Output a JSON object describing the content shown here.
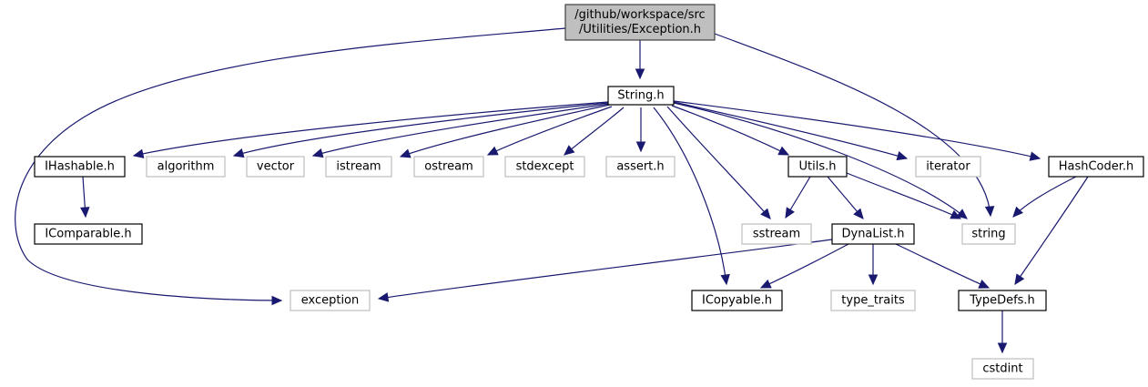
{
  "graph": {
    "title": "Include dependency graph for Exception.h",
    "edge_color": "#191970",
    "nodes": [
      {
        "id": "root",
        "lines": [
          "/github/workspace/src",
          "/Utilities/Exception.h"
        ],
        "kind": "root"
      },
      {
        "id": "String",
        "lines": [
          "String.h"
        ],
        "kind": "doc"
      },
      {
        "id": "IHashable",
        "lines": [
          "IHashable.h"
        ],
        "kind": "doc"
      },
      {
        "id": "algorithm",
        "lines": [
          "algorithm"
        ],
        "kind": "ext"
      },
      {
        "id": "vector",
        "lines": [
          "vector"
        ],
        "kind": "ext"
      },
      {
        "id": "istream",
        "lines": [
          "istream"
        ],
        "kind": "ext"
      },
      {
        "id": "ostream",
        "lines": [
          "ostream"
        ],
        "kind": "ext"
      },
      {
        "id": "stdexcept",
        "lines": [
          "stdexcept"
        ],
        "kind": "ext"
      },
      {
        "id": "assert",
        "lines": [
          "assert.h"
        ],
        "kind": "ext"
      },
      {
        "id": "Utils",
        "lines": [
          "Utils.h"
        ],
        "kind": "doc"
      },
      {
        "id": "iterator",
        "lines": [
          "iterator"
        ],
        "kind": "ext"
      },
      {
        "id": "HashCoder",
        "lines": [
          "HashCoder.h"
        ],
        "kind": "doc"
      },
      {
        "id": "IComparable",
        "lines": [
          "IComparable.h"
        ],
        "kind": "doc"
      },
      {
        "id": "sstream",
        "lines": [
          "sstream"
        ],
        "kind": "ext"
      },
      {
        "id": "DynaList",
        "lines": [
          "DynaList.h"
        ],
        "kind": "doc"
      },
      {
        "id": "string",
        "lines": [
          "string"
        ],
        "kind": "ext"
      },
      {
        "id": "exception",
        "lines": [
          "exception"
        ],
        "kind": "ext"
      },
      {
        "id": "ICopyable",
        "lines": [
          "ICopyable.h"
        ],
        "kind": "doc"
      },
      {
        "id": "type_traits",
        "lines": [
          "type_traits"
        ],
        "kind": "ext"
      },
      {
        "id": "TypeDefs",
        "lines": [
          "TypeDefs.h"
        ],
        "kind": "doc"
      },
      {
        "id": "cstdint",
        "lines": [
          "cstdint"
        ],
        "kind": "ext"
      }
    ],
    "edges": [
      {
        "from": "root",
        "to": "String"
      },
      {
        "from": "root",
        "to": "exception"
      },
      {
        "from": "root",
        "to": "string"
      },
      {
        "from": "String",
        "to": "IHashable"
      },
      {
        "from": "String",
        "to": "algorithm"
      },
      {
        "from": "String",
        "to": "vector"
      },
      {
        "from": "String",
        "to": "istream"
      },
      {
        "from": "String",
        "to": "ostream"
      },
      {
        "from": "String",
        "to": "stdexcept"
      },
      {
        "from": "String",
        "to": "assert"
      },
      {
        "from": "String",
        "to": "ICopyable"
      },
      {
        "from": "String",
        "to": "sstream"
      },
      {
        "from": "String",
        "to": "Utils"
      },
      {
        "from": "String",
        "to": "string"
      },
      {
        "from": "String",
        "to": "iterator"
      },
      {
        "from": "String",
        "to": "HashCoder"
      },
      {
        "from": "IHashable",
        "to": "IComparable"
      },
      {
        "from": "Utils",
        "to": "sstream"
      },
      {
        "from": "Utils",
        "to": "DynaList"
      },
      {
        "from": "Utils",
        "to": "string"
      },
      {
        "from": "HashCoder",
        "to": "string"
      },
      {
        "from": "HashCoder",
        "to": "TypeDefs"
      },
      {
        "from": "DynaList",
        "to": "exception"
      },
      {
        "from": "DynaList",
        "to": "ICopyable"
      },
      {
        "from": "DynaList",
        "to": "type_traits"
      },
      {
        "from": "DynaList",
        "to": "TypeDefs"
      },
      {
        "from": "TypeDefs",
        "to": "cstdint"
      }
    ]
  }
}
